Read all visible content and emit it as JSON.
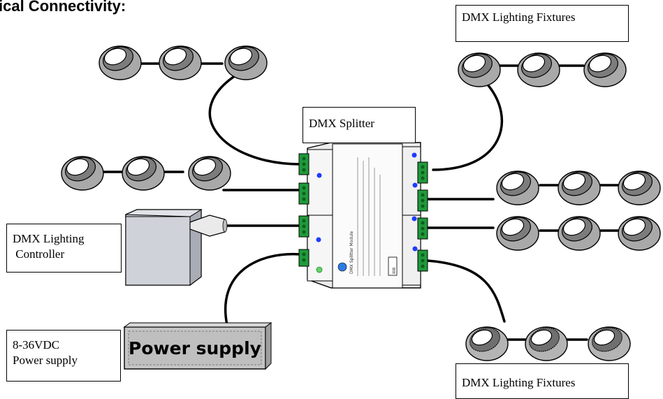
{
  "title": "ical Connectivity:",
  "labels": {
    "fixtures_top": "DMX Lighting Fixtures",
    "fixtures_bottom": "DMX Lighting Fixtures",
    "splitter": "DMX Splitter",
    "controller_line1": "DMX Lighting",
    "controller_line2": " Controller",
    "power_line1": "8-36VDC",
    "power_line2": "Power supply"
  },
  "power_supply_print": "Power supply",
  "module_print": "DMX Splitter Module",
  "colors": {
    "cable": "#000000",
    "fixture_body": "#a6a6a6",
    "fixture_lens": "#ffffff",
    "module_body": "#f2f2f2",
    "terminal_green": "#1f9a3a",
    "led_blue": "#1e3cff",
    "led_green": "#63d36a",
    "controller_body": "#c9cbd3",
    "power_supply_body": "#c0c0c0"
  }
}
